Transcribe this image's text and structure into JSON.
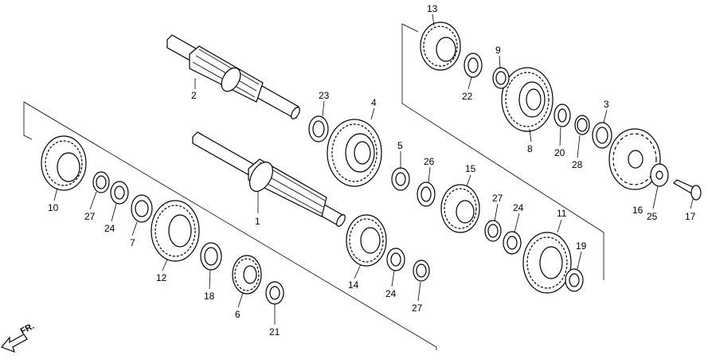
{
  "direction_label": "FR.",
  "callouts": {
    "c1": "1",
    "c2": "2",
    "c3": "3",
    "c4": "4",
    "c5": "5",
    "c6": "6",
    "c7": "7",
    "c8": "8",
    "c9": "9",
    "c10": "10",
    "c11": "11",
    "c12": "12",
    "c13": "13",
    "c14": "14",
    "c15": "15",
    "c16": "16",
    "c17": "17",
    "c18": "18",
    "c19": "19",
    "c20": "20",
    "c21": "21",
    "c22": "22",
    "c23": "23",
    "c24a": "24",
    "c24b": "24",
    "c24c": "24",
    "c25": "25",
    "c26": "26",
    "c27a": "27",
    "c27b": "27",
    "c27c": "27",
    "c28": "28"
  }
}
